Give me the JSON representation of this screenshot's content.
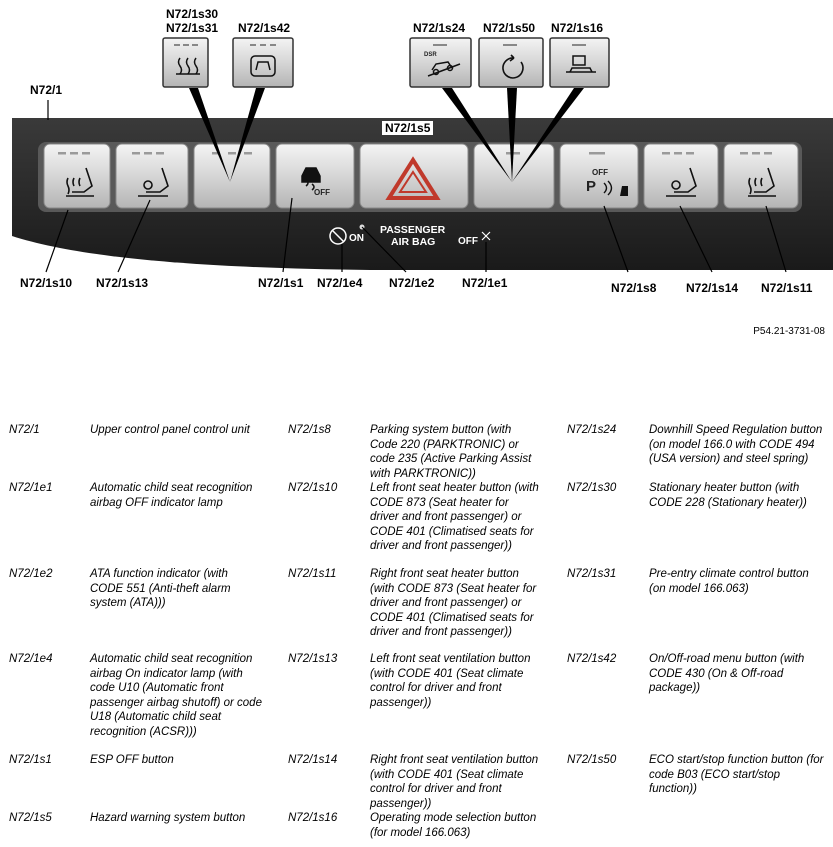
{
  "diagram": {
    "callouts": {
      "n72_1": "N72/1",
      "s30": "N72/1s30",
      "s31": "N72/1s31",
      "s42": "N72/1s42",
      "s24": "N72/1s24",
      "s50": "N72/1s50",
      "s16": "N72/1s16",
      "s5": "N72/1s5",
      "s10": "N72/1s10",
      "s13": "N72/1s13",
      "s1": "N72/1s1",
      "e4": "N72/1e4",
      "e2": "N72/1e2",
      "e1": "N72/1e1",
      "s8": "N72/1s8",
      "s14": "N72/1s14",
      "s11": "N72/1s11"
    },
    "panel_text": {
      "passenger": "PASSENGER",
      "air_bag": "AIR BAG",
      "on": "ON",
      "off_e1": "OFF",
      "off_esp": "OFF",
      "off_park": "OFF",
      "dsr": "DSR",
      "park_p": "P"
    },
    "reference": "P54.21-3731-08"
  },
  "legend": [
    [
      {
        "code": "N72/1",
        "desc": "Upper control panel control unit"
      },
      {
        "code": "N72/1e1",
        "desc": "Automatic child seat recognition airbag OFF indicator lamp"
      },
      {
        "code": "N72/1e2",
        "desc": "ATA function indicator (with CODE 551 (Anti-theft alarm system (ATA)))"
      },
      {
        "code": "N72/1e4",
        "desc": "Automatic child seat recognition airbag On indicator lamp (with code U10 (Automatic front passenger airbag shutoff) or code U18 (Automatic child seat recognition (ACSR)))"
      },
      {
        "code": "N72/1s1",
        "desc": "ESP OFF button"
      },
      {
        "code": "N72/1s5",
        "desc": "Hazard warning system button"
      }
    ],
    [
      {
        "code": "N72/1s8",
        "desc": "Parking system button (with Code 220 (PARKTRONIC) or code 235 (Active Parking Assist with PARKTRONIC))"
      },
      {
        "code": "N72/1s10",
        "desc": "Left front seat heater button (with CODE 873 (Seat heater for driver and front passenger) or CODE 401 (Climatised seats for driver and front passenger))"
      },
      {
        "code": "N72/1s11",
        "desc": "Right front seat heater button (with CODE 873 (Seat heater for driver and front passenger) or CODE 401 (Climatised seats for driver and front passenger))"
      },
      {
        "code": "N72/1s13",
        "desc": "Left front seat ventilation button (with CODE 401 (Seat climate control for driver and front passenger))"
      },
      {
        "code": "N72/1s14",
        "desc": "Right front seat ventilation button (with CODE 401 (Seat climate control for driver and front passenger))"
      },
      {
        "code": "N72/1s16",
        "desc": "Operating mode selection button (for model 166.063)"
      }
    ],
    [
      {
        "code": "N72/1s24",
        "desc": "Downhill Speed Regulation button (on model 166.0 with CODE 494 (USA version) and steel spring)"
      },
      {
        "code": "N72/1s30",
        "desc": "Stationary heater button (with CODE 228 (Stationary heater))"
      },
      {
        "code": "N72/1s31",
        "desc": "Pre-entry climate control button (on model 166.063)"
      },
      {
        "code": "N72/1s42",
        "desc": "On/Off-road menu button (with CODE 430 (On & Off-road package))"
      },
      {
        "code": "N72/1s50",
        "desc": "ECO start/stop function button (for code B03 (ECO start/stop function))"
      }
    ]
  ]
}
